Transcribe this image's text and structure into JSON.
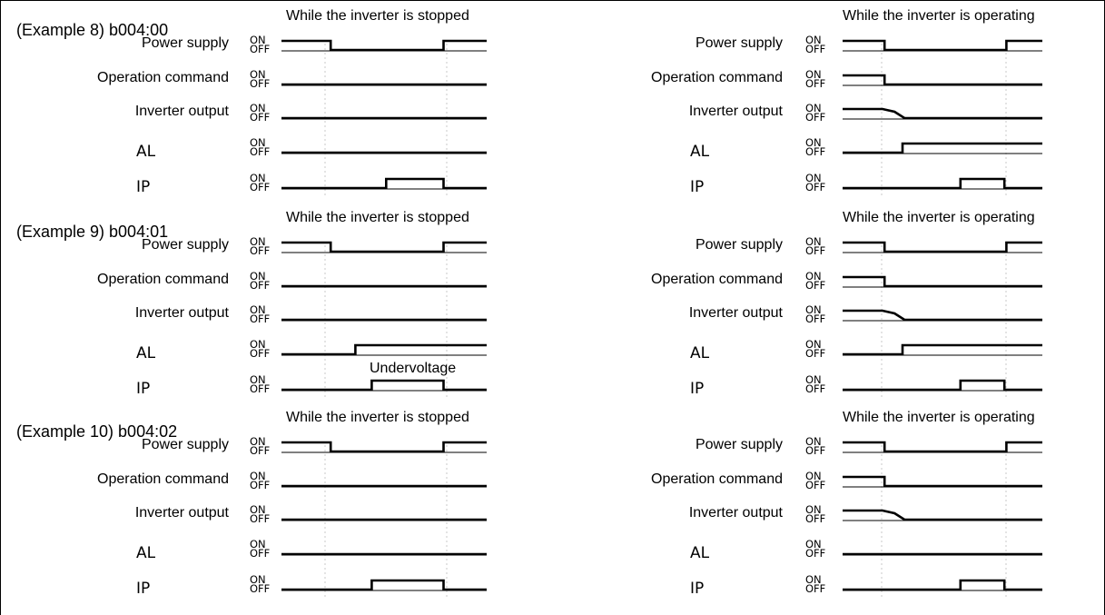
{
  "signals": [
    "Power supply",
    "Operation command",
    "Inverter output",
    "AL",
    "IP"
  ],
  "state_labels": {
    "on": "ON",
    "off": "OFF"
  },
  "examples": [
    {
      "title": "(Example 8) b004:00",
      "stopped": {
        "heading": "While the inverter is stopped",
        "annotation": "",
        "waves": [
          {
            "signal": "Power supply",
            "points": [
              [
                0,
                1
              ],
              [
                0.24,
                1
              ],
              [
                0.24,
                0
              ],
              [
                0.79,
                0
              ],
              [
                0.79,
                1
              ],
              [
                1,
                1
              ]
            ]
          },
          {
            "signal": "Operation command",
            "points": [
              [
                0,
                0
              ],
              [
                1,
                0
              ]
            ]
          },
          {
            "signal": "Inverter output",
            "points": [
              [
                0,
                0
              ],
              [
                1,
                0
              ]
            ]
          },
          {
            "signal": "AL",
            "points": [
              [
                0,
                0
              ],
              [
                1,
                0
              ]
            ]
          },
          {
            "signal": "IP",
            "points": [
              [
                0,
                0
              ],
              [
                0.51,
                0
              ],
              [
                0.51,
                1
              ],
              [
                0.79,
                1
              ],
              [
                0.79,
                0
              ],
              [
                1,
                0
              ]
            ]
          }
        ]
      },
      "operating": {
        "heading": "While the inverter is operating",
        "annotation": "",
        "waves": [
          {
            "signal": "Power supply",
            "points": [
              [
                0,
                1
              ],
              [
                0.21,
                1
              ],
              [
                0.21,
                0
              ],
              [
                0.82,
                0
              ],
              [
                0.82,
                1
              ],
              [
                1,
                1
              ]
            ]
          },
          {
            "signal": "Operation command",
            "points": [
              [
                0,
                1
              ],
              [
                0.21,
                1
              ],
              [
                0.21,
                0
              ],
              [
                1,
                0
              ]
            ]
          },
          {
            "signal": "Inverter output",
            "points": [
              [
                0,
                1
              ],
              [
                0.2,
                1
              ],
              [
                0.26,
                0.7
              ],
              [
                0.31,
                0
              ],
              [
                1,
                0
              ]
            ]
          },
          {
            "signal": "AL",
            "points": [
              [
                0,
                0
              ],
              [
                0.3,
                0
              ],
              [
                0.3,
                1
              ],
              [
                1,
                1
              ]
            ]
          },
          {
            "signal": "IP",
            "points": [
              [
                0,
                0
              ],
              [
                0.59,
                0
              ],
              [
                0.59,
                1
              ],
              [
                0.81,
                1
              ],
              [
                0.81,
                0
              ],
              [
                1,
                0
              ]
            ]
          }
        ]
      }
    },
    {
      "title": "(Example 9) b004:01",
      "stopped": {
        "heading": "While the inverter is stopped",
        "annotation": "Undervoltage",
        "waves": [
          {
            "signal": "Power supply",
            "points": [
              [
                0,
                1
              ],
              [
                0.24,
                1
              ],
              [
                0.24,
                0
              ],
              [
                0.79,
                0
              ],
              [
                0.79,
                1
              ],
              [
                1,
                1
              ]
            ]
          },
          {
            "signal": "Operation command",
            "points": [
              [
                0,
                0
              ],
              [
                1,
                0
              ]
            ]
          },
          {
            "signal": "Inverter output",
            "points": [
              [
                0,
                0
              ],
              [
                1,
                0
              ]
            ]
          },
          {
            "signal": "AL",
            "points": [
              [
                0,
                0
              ],
              [
                0.36,
                0
              ],
              [
                0.36,
                1
              ],
              [
                1,
                1
              ]
            ]
          },
          {
            "signal": "IP",
            "points": [
              [
                0,
                0
              ],
              [
                0.44,
                0
              ],
              [
                0.44,
                1
              ],
              [
                0.79,
                1
              ],
              [
                0.79,
                0
              ],
              [
                1,
                0
              ]
            ]
          }
        ]
      },
      "operating": {
        "heading": "While the inverter is operating",
        "annotation": "",
        "waves": [
          {
            "signal": "Power supply",
            "points": [
              [
                0,
                1
              ],
              [
                0.21,
                1
              ],
              [
                0.21,
                0
              ],
              [
                0.82,
                0
              ],
              [
                0.82,
                1
              ],
              [
                1,
                1
              ]
            ]
          },
          {
            "signal": "Operation command",
            "points": [
              [
                0,
                1
              ],
              [
                0.21,
                1
              ],
              [
                0.21,
                0
              ],
              [
                1,
                0
              ]
            ]
          },
          {
            "signal": "Inverter output",
            "points": [
              [
                0,
                1
              ],
              [
                0.2,
                1
              ],
              [
                0.26,
                0.7
              ],
              [
                0.31,
                0
              ],
              [
                1,
                0
              ]
            ]
          },
          {
            "signal": "AL",
            "points": [
              [
                0,
                0
              ],
              [
                0.3,
                0
              ],
              [
                0.3,
                1
              ],
              [
                1,
                1
              ]
            ]
          },
          {
            "signal": "IP",
            "points": [
              [
                0,
                0
              ],
              [
                0.59,
                0
              ],
              [
                0.59,
                1
              ],
              [
                0.81,
                1
              ],
              [
                0.81,
                0
              ],
              [
                1,
                0
              ]
            ]
          }
        ]
      }
    },
    {
      "title": "(Example 10) b004:02",
      "stopped": {
        "heading": "While the inverter is stopped",
        "annotation": "",
        "waves": [
          {
            "signal": "Power supply",
            "points": [
              [
                0,
                1
              ],
              [
                0.24,
                1
              ],
              [
                0.24,
                0
              ],
              [
                0.79,
                0
              ],
              [
                0.79,
                1
              ],
              [
                1,
                1
              ]
            ]
          },
          {
            "signal": "Operation command",
            "points": [
              [
                0,
                0
              ],
              [
                1,
                0
              ]
            ]
          },
          {
            "signal": "Inverter output",
            "points": [
              [
                0,
                0
              ],
              [
                1,
                0
              ]
            ]
          },
          {
            "signal": "AL",
            "points": [
              [
                0,
                0
              ],
              [
                1,
                0
              ]
            ]
          },
          {
            "signal": "IP",
            "points": [
              [
                0,
                0
              ],
              [
                0.44,
                0
              ],
              [
                0.44,
                1
              ],
              [
                0.79,
                1
              ],
              [
                0.79,
                0
              ],
              [
                1,
                0
              ]
            ]
          }
        ]
      },
      "operating": {
        "heading": "While the inverter is operating",
        "annotation": "",
        "waves": [
          {
            "signal": "Power supply",
            "points": [
              [
                0,
                1
              ],
              [
                0.21,
                1
              ],
              [
                0.21,
                0
              ],
              [
                0.82,
                0
              ],
              [
                0.82,
                1
              ],
              [
                1,
                1
              ]
            ]
          },
          {
            "signal": "Operation command",
            "points": [
              [
                0,
                1
              ],
              [
                0.21,
                1
              ],
              [
                0.21,
                0
              ],
              [
                1,
                0
              ]
            ]
          },
          {
            "signal": "Inverter output",
            "points": [
              [
                0,
                1
              ],
              [
                0.2,
                1
              ],
              [
                0.26,
                0.7
              ],
              [
                0.31,
                0
              ],
              [
                1,
                0
              ]
            ]
          },
          {
            "signal": "AL",
            "points": [
              [
                0,
                0
              ],
              [
                1,
                0
              ]
            ]
          },
          {
            "signal": "IP",
            "points": [
              [
                0,
                0
              ],
              [
                0.59,
                0
              ],
              [
                0.59,
                1
              ],
              [
                0.81,
                1
              ],
              [
                0.81,
                0
              ],
              [
                1,
                0
              ]
            ]
          }
        ]
      }
    }
  ]
}
